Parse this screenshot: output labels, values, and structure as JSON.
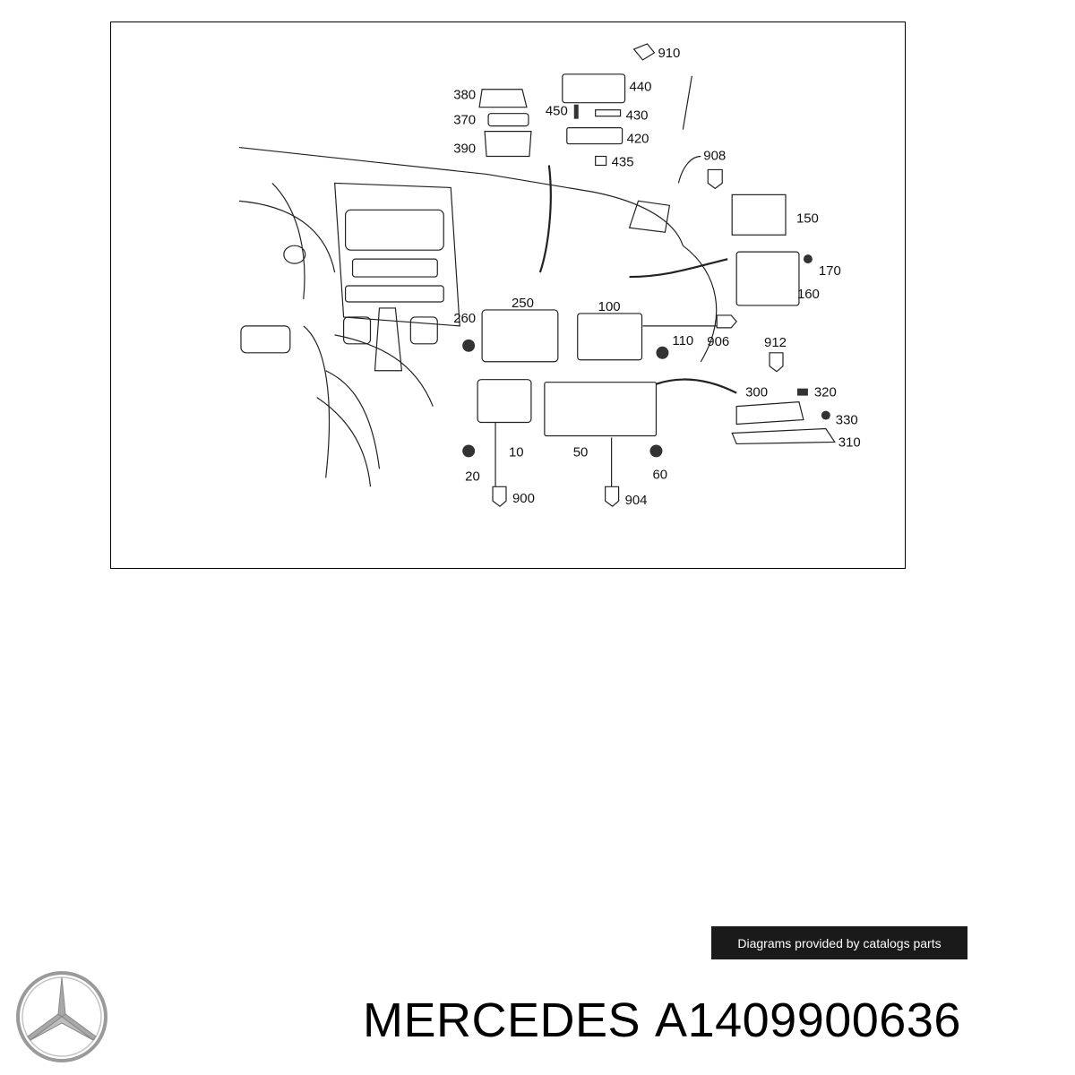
{
  "diagram": {
    "callouts": [
      "910",
      "440",
      "380",
      "450",
      "430",
      "370",
      "420",
      "390",
      "435",
      "908",
      "150",
      "170",
      "160",
      "250",
      "100",
      "260",
      "110",
      "906",
      "912",
      "300",
      "320",
      "330",
      "310",
      "10",
      "50",
      "20",
      "60",
      "900",
      "904"
    ]
  },
  "credit": {
    "text": "Diagrams provided by catalogs parts"
  },
  "title": {
    "brand": "MERCEDES",
    "part_number": "A1409900636"
  },
  "colors": {
    "ink": "#000000",
    "badge_bg": "#1a1a1a",
    "logo_gray": "#9a9a9a"
  },
  "icons": {
    "logo": "mercedes-star-icon"
  }
}
